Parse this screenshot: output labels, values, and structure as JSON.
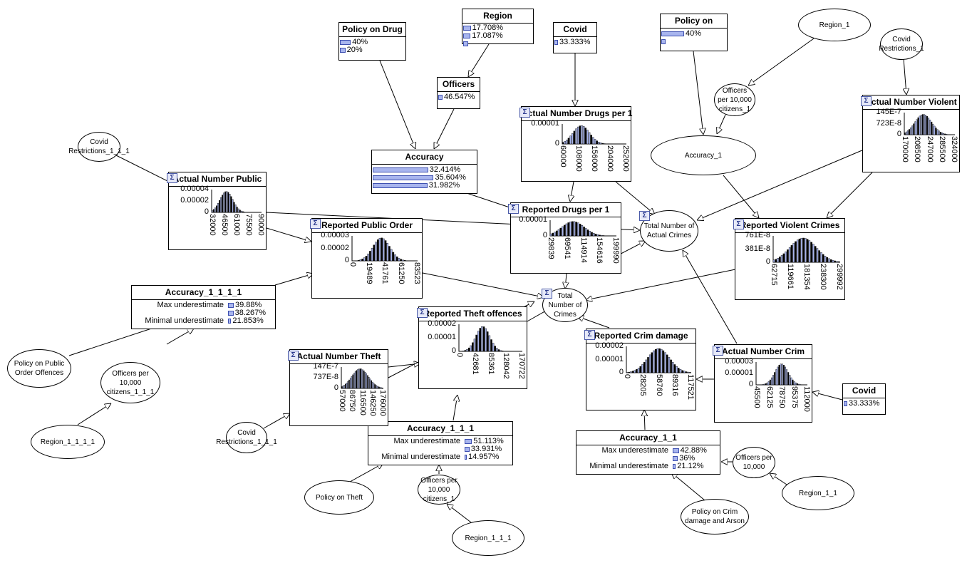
{
  "colors": {
    "bar_fill": "#a8b5ee",
    "bar_stroke": "#3d4fb0",
    "hist_bar": "#000000",
    "hist_bar_alt": "#a8b5ee"
  },
  "ellipses": {
    "region_1_top": "Region_1",
    "covid_restrictions_1": "Covid Restrictions_1",
    "officers_10000_1": "Officers per 10,000 citizens_1",
    "accuracy_1": "Accuracy_1",
    "covid_restrictions_1_1_1": "Covid Restrictions_1_1_1",
    "total_actual_crimes": "Total Number of Actual Crimes",
    "total_crimes": "Total Number of Crimes",
    "policy_public_order": "Policy on Public Order Offences",
    "officers_1_1_1": "Officers per 10,000 citizens_1_1_1",
    "region_1_1_1_1": "Region_1_1_1_1",
    "covid_restrictions_theft": "Covid Restrictions_1_1_1",
    "policy_theft": "Policy on Theft",
    "officers_theft": "Officers per 10,000 citizens_1",
    "region_theft": "Region_1_1_1",
    "officers_crim": "Officers per 10,000",
    "region_crim": "Region_1_1",
    "policy_crim": "Policy on Crim damage and Arson"
  },
  "prob_nodes": {
    "policy_drug": {
      "title": "Policy on Drug",
      "rows": [
        {
          "value": 40,
          "text": "40%"
        },
        {
          "value": 20,
          "text": "20%"
        }
      ]
    },
    "region": {
      "title": "Region",
      "rows": [
        {
          "value": 17.708,
          "text": "17.708%"
        },
        {
          "value": 17.087,
          "text": "17.087%"
        },
        {
          "value": 12,
          "text": ""
        }
      ]
    },
    "covid_top": {
      "title": "Covid",
      "rows": [
        {
          "value": 33.333,
          "text": "33.333%"
        }
      ]
    },
    "policy_on": {
      "title": "Policy on",
      "rows": [
        {
          "value": 40,
          "text": "40%"
        },
        {
          "value": 8,
          "text": ""
        }
      ]
    },
    "officers": {
      "title": "Officers",
      "rows": [
        {
          "value": 46.547,
          "text": "46.547%"
        }
      ]
    },
    "accuracy": {
      "title": "Accuracy",
      "rows": [
        {
          "value": 32.414,
          "text": "32.414%"
        },
        {
          "value": 35.604,
          "text": "35.604%"
        },
        {
          "value": 31.982,
          "text": "31.982%"
        }
      ]
    },
    "covid_right": {
      "title": "Covid",
      "rows": [
        {
          "value": 33.333,
          "text": "33.333%"
        }
      ]
    }
  },
  "state_nodes": {
    "acc_1111": {
      "title": "Accuracy_1_1_1_1",
      "rows": [
        {
          "label": "Max underestimate",
          "value": 39.88,
          "text": "39.88%"
        },
        {
          "label": "",
          "value": 38.267,
          "text": "38.267%"
        },
        {
          "label": "Minimal underestimate",
          "value": 21.853,
          "text": "21.853%"
        }
      ]
    },
    "acc_111": {
      "title": "Accuracy_1_1_1",
      "rows": [
        {
          "label": "Max underestimate",
          "value": 51.113,
          "text": "51.113%"
        },
        {
          "label": "",
          "value": 33.931,
          "text": "33.931%"
        },
        {
          "label": "Minimal underestimate",
          "value": 14.957,
          "text": "14.957%"
        }
      ]
    },
    "acc_11": {
      "title": "Accuracy_1_1",
      "rows": [
        {
          "label": "Max underestimate",
          "value": 42.88,
          "text": "42.88%"
        },
        {
          "label": "",
          "value": 36,
          "text": "36%"
        },
        {
          "label": "Minimal underestimate",
          "value": 21.12,
          "text": "21.12%"
        }
      ]
    }
  },
  "hist_nodes": {
    "drugs_actual": {
      "title": "Actual Number Drugs per 1",
      "sigma": "Σ",
      "yticks": [
        "0.00001",
        "0"
      ],
      "xticks": [
        "60000",
        "108000",
        "156000",
        "204000",
        "252000"
      ],
      "peak": 0.3,
      "spread": 0.13,
      "dark": false
    },
    "violent_actual": {
      "title": "Actual Number Violent",
      "sigma": "Σ",
      "yticks": [
        "145E-7",
        "723E-8",
        "0"
      ],
      "xticks": [
        "170000",
        "208500",
        "247000",
        "285500",
        "324000"
      ],
      "peak": 0.38,
      "spread": 0.17,
      "dark": false
    },
    "public_actual": {
      "title": "Actual Number Public",
      "sigma": "Σ",
      "yticks": [
        "0.00004",
        "0.00002",
        "0"
      ],
      "xticks": [
        "32000",
        "46500",
        "61000",
        "75500",
        "90000"
      ],
      "peak": 0.3,
      "spread": 0.13,
      "dark": true
    },
    "public_reported": {
      "title": "Reported Public Order",
      "sigma": "Σ",
      "yticks": [
        "0.00003",
        "0.00002",
        "0"
      ],
      "xticks": [
        "0",
        "19489",
        "41761",
        "61250",
        "83523"
      ],
      "peak": 0.45,
      "spread": 0.13,
      "dark": true
    },
    "drugs_reported": {
      "title": "Reported Drugs per 1",
      "sigma": "Σ",
      "yticks": [
        "0.00001",
        "0"
      ],
      "xticks": [
        "29839",
        "69541",
        "114914",
        "154616",
        "199990"
      ],
      "peak": 0.35,
      "spread": 0.17,
      "dark": true
    },
    "violent_reported": {
      "title": "Reported Violent Crimes",
      "sigma": "Σ",
      "yticks": [
        "761E-8",
        "381E-8",
        "0"
      ],
      "xticks": [
        "62715",
        "119661",
        "181354",
        "238300",
        "299992"
      ],
      "peak": 0.45,
      "spread": 0.2,
      "dark": true
    },
    "theft_reported": {
      "title": "Reported Theft offences",
      "sigma": "Σ",
      "yticks": [
        "0.00002",
        "0.00001",
        "0"
      ],
      "xticks": [
        "0",
        "42681",
        "85361",
        "128042",
        "170722"
      ],
      "peak": 0.38,
      "spread": 0.11,
      "dark": true
    },
    "theft_actual": {
      "title": "Actual Number Theft",
      "sigma": "Σ",
      "yticks": [
        "147E-7",
        "737E-8",
        "0"
      ],
      "xticks": [
        "57000",
        "86750",
        "116500",
        "146250",
        "176000"
      ],
      "peak": 0.45,
      "spread": 0.2,
      "dark": false
    },
    "crim_reported": {
      "title": "Reported Crim damage",
      "sigma": "Σ",
      "yticks": [
        "0.00002",
        "0.00001",
        "0"
      ],
      "xticks": [
        "0",
        "28205",
        "58760",
        "89316",
        "117521"
      ],
      "peak": 0.5,
      "spread": 0.17,
      "dark": true
    },
    "crim_actual": {
      "title": "Actual Number Crim",
      "sigma": "Σ",
      "yticks": [
        "0.00003",
        "0.00001",
        "0"
      ],
      "xticks": [
        "45500",
        "62125",
        "78750",
        "95375",
        "112000"
      ],
      "peak": 0.5,
      "spread": 0.13,
      "dark": false
    }
  },
  "total_sigma": "Σ"
}
